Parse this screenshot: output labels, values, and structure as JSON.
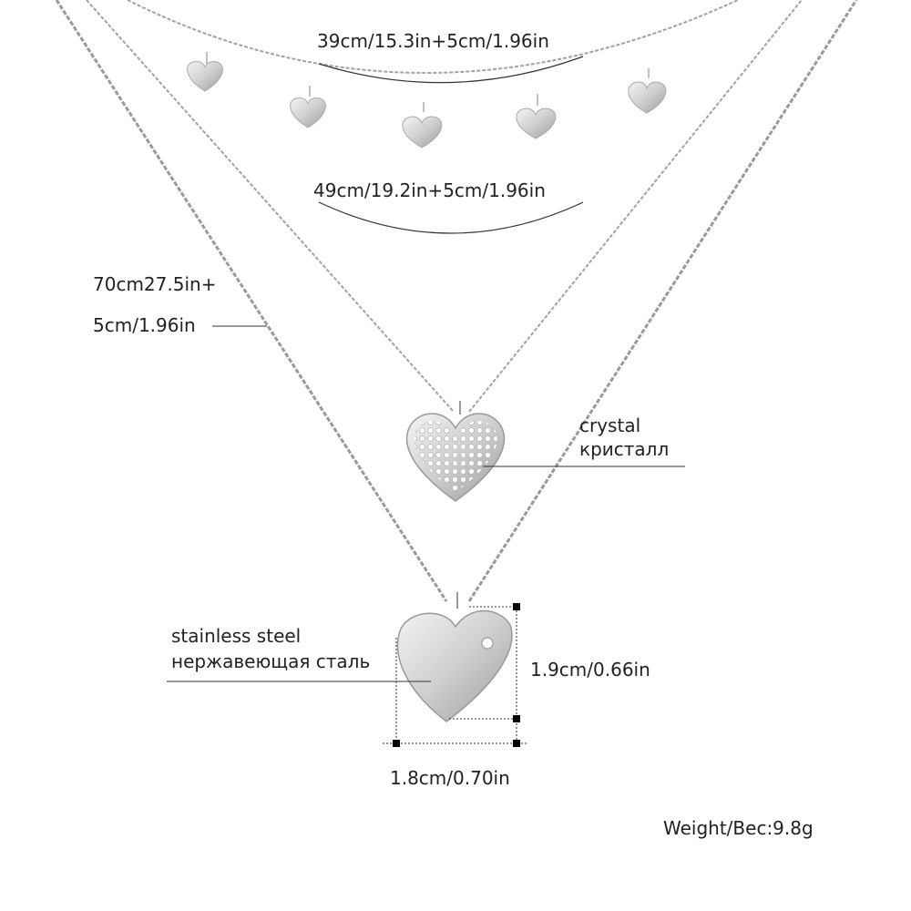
{
  "labels": {
    "choker_length": "39cm/15.3in+5cm/1.96in",
    "middle_length": "49cm/19.2in+5cm/1.96in",
    "long_length_line1": "70cm27.5in+",
    "long_length_line2": "5cm/1.96in",
    "crystal_en": "crystal",
    "crystal_ru": "кристалл",
    "steel_en": "stainless steel",
    "steel_ru": "нержавеющая сталь",
    "height": "1.9cm/0.66in",
    "width": "1.8cm/0.70in",
    "weight": "Weight/Вес:9.8g"
  },
  "colors": {
    "background": "#ffffff",
    "silver": "#c9c9c9",
    "chain": "#9a9a9a",
    "text": "#222222",
    "marker": "#000000"
  }
}
